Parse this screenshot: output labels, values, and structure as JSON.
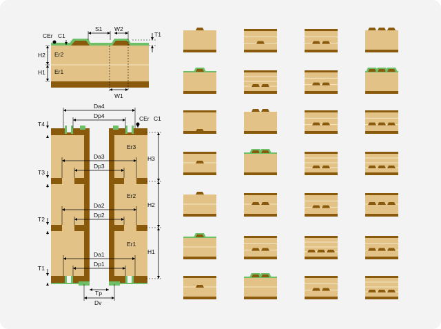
{
  "colors": {
    "background": "#f3f3f3",
    "dielectric": "#e2c287",
    "copper": "#8a5a0c",
    "soldermask": "#6dbf68",
    "line": "#000000"
  },
  "stripline": {
    "labels": {
      "cer": "CEr",
      "c1": "C1",
      "s1": "S1",
      "w2": "W2",
      "t1": "T1",
      "h2": "H2",
      "er2": "Er2",
      "h1": "H1",
      "er1": "Er1",
      "w1": "W1"
    }
  },
  "via": {
    "labels": {
      "da4": "Da4",
      "dp4": "Dp4",
      "t4": "T4",
      "cer": "CEr",
      "c1": "C1",
      "er3": "Er3",
      "h3": "H3",
      "t3": "T3",
      "da3": "Da3",
      "dp3": "Dp3",
      "er2": "Er2",
      "h2": "H2",
      "t2": "T2",
      "da2": "Da2",
      "dp2": "Dp2",
      "er1": "Er1",
      "h1": "H1",
      "da1": "Da1",
      "dp1": "Dp1",
      "t1": "T1",
      "tp": "Tp",
      "dv": "Dv"
    }
  },
  "thumbnails": {
    "grid": [
      [
        {
          "top_mask": false,
          "traces": [
            "top1"
          ],
          "layers": 1
        },
        {
          "top_mask": false,
          "traces": [
            "mid1"
          ],
          "layers": 3
        },
        {
          "top_mask": false,
          "traces": [
            "mid2"
          ],
          "layers": 3
        },
        {
          "top_mask": false,
          "traces": [
            "top3"
          ],
          "layers": 1
        }
      ],
      [
        {
          "top_mask": true,
          "traces": [
            "top1"
          ],
          "layers": 1
        },
        {
          "top_mask": false,
          "traces": [
            "mid2"
          ],
          "layers": 4
        },
        {
          "top_mask": false,
          "traces": [
            "mid2"
          ],
          "layers": 3
        },
        {
          "top_mask": true,
          "traces": [
            "top3"
          ],
          "layers": 1
        }
      ],
      [
        {
          "top_mask": false,
          "traces": [
            "mid1"
          ],
          "layers": 1
        },
        {
          "top_mask": false,
          "traces": [
            "top2"
          ],
          "layers": 1
        },
        {
          "top_mask": false,
          "traces": [
            "mid2"
          ],
          "layers": 3
        },
        {
          "top_mask": false,
          "traces": [
            "mid3"
          ],
          "layers": 3
        }
      ],
      [
        {
          "top_mask": false,
          "traces": [
            "mid1"
          ],
          "layers": 2
        },
        {
          "top_mask": true,
          "traces": [
            "top2"
          ],
          "layers": 1
        },
        {
          "top_mask": false,
          "traces": [
            "mid2"
          ],
          "layers": 4
        },
        {
          "top_mask": false,
          "traces": [
            "mid3"
          ],
          "layers": 4
        }
      ],
      [
        {
          "top_mask": false,
          "traces": [
            "top1"
          ],
          "layers": 2
        },
        {
          "top_mask": false,
          "traces": [
            "mid2"
          ],
          "layers": 2
        },
        {
          "top_mask": false,
          "traces": [
            "mid2"
          ],
          "layers": 3
        },
        {
          "top_mask": false,
          "traces": [
            "mid3"
          ],
          "layers": 2
        }
      ],
      [
        {
          "top_mask": true,
          "traces": [
            "top1"
          ],
          "layers": 2
        },
        {
          "top_mask": false,
          "traces": [
            "mid2"
          ],
          "layers": 3
        },
        {
          "top_mask": false,
          "traces": [
            "mid3"
          ],
          "layers": 4
        },
        {
          "top_mask": false,
          "traces": [
            "mid3"
          ],
          "layers": 3
        }
      ],
      [
        {
          "top_mask": false,
          "traces": [
            "mid1"
          ],
          "layers": 2
        },
        {
          "top_mask": true,
          "traces": [
            "top2"
          ],
          "layers": 2
        },
        {
          "top_mask": false,
          "traces": [
            "mid2"
          ],
          "layers": 3
        },
        {
          "top_mask": false,
          "traces": [
            "mid3"
          ],
          "layers": 4
        }
      ]
    ]
  }
}
